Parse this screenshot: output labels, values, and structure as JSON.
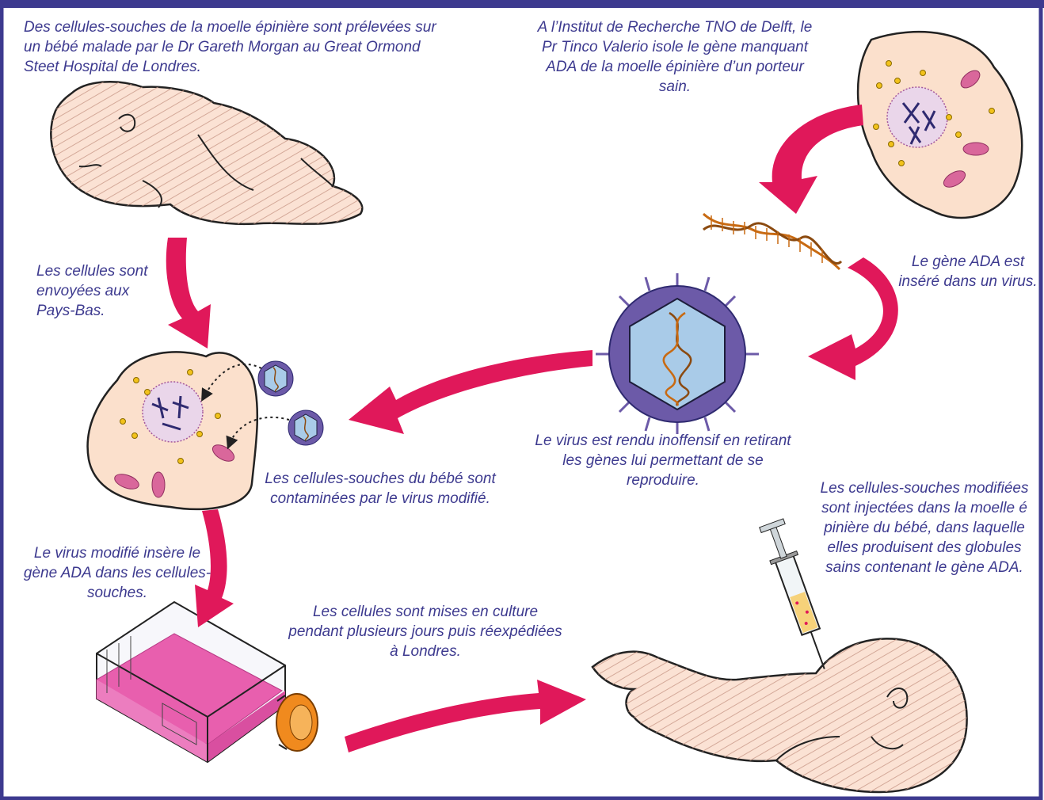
{
  "colors": {
    "frame": "#3d3a8f",
    "text": "#3d3a8f",
    "arrow": "#e0185a",
    "skin": "#fbe2d4",
    "cell": "#fbe0cc",
    "nucleus": "#ead6ea",
    "virus_outer": "#6c5aa8",
    "virus_inner": "#a9cbe8",
    "flask_liquid": "#e85fae",
    "cap_orange": "#f08a1e"
  },
  "captions": {
    "c1": "Des cellules-souches de la moelle épinière sont prélevées sur un bébé malade par le Dr Gareth Morgan au Great Ormond Steet Hospital de Londres.",
    "c2": "A l’Institut de Recherche TNO de Delft, le Pr Tinco Valerio isole le gène manquant ADA de la moelle épinière d’un porteur sain.",
    "c3": "Les cellules sont envoyées aux Pays-Bas.",
    "c4": "Le gène ADA est inséré dans un virus.",
    "c5": "Le virus est rendu inoffensif en retirant les gènes lui permettant de se reproduire.",
    "c6": "Les cellules-souches du bébé sont contaminées par le virus modifié.",
    "c7": "Les cellules-souches modifiées sont injectées dans la moelle é pinière du bébé, dans laquelle elles produisent des globules sains contenant le gène ADA.",
    "c8": "Le virus modifié insère le gène ADA dans les cellules-souches.",
    "c9": "Les cellules sont mises en culture pendant plusieurs jours puis réexpédiées à Londres."
  }
}
